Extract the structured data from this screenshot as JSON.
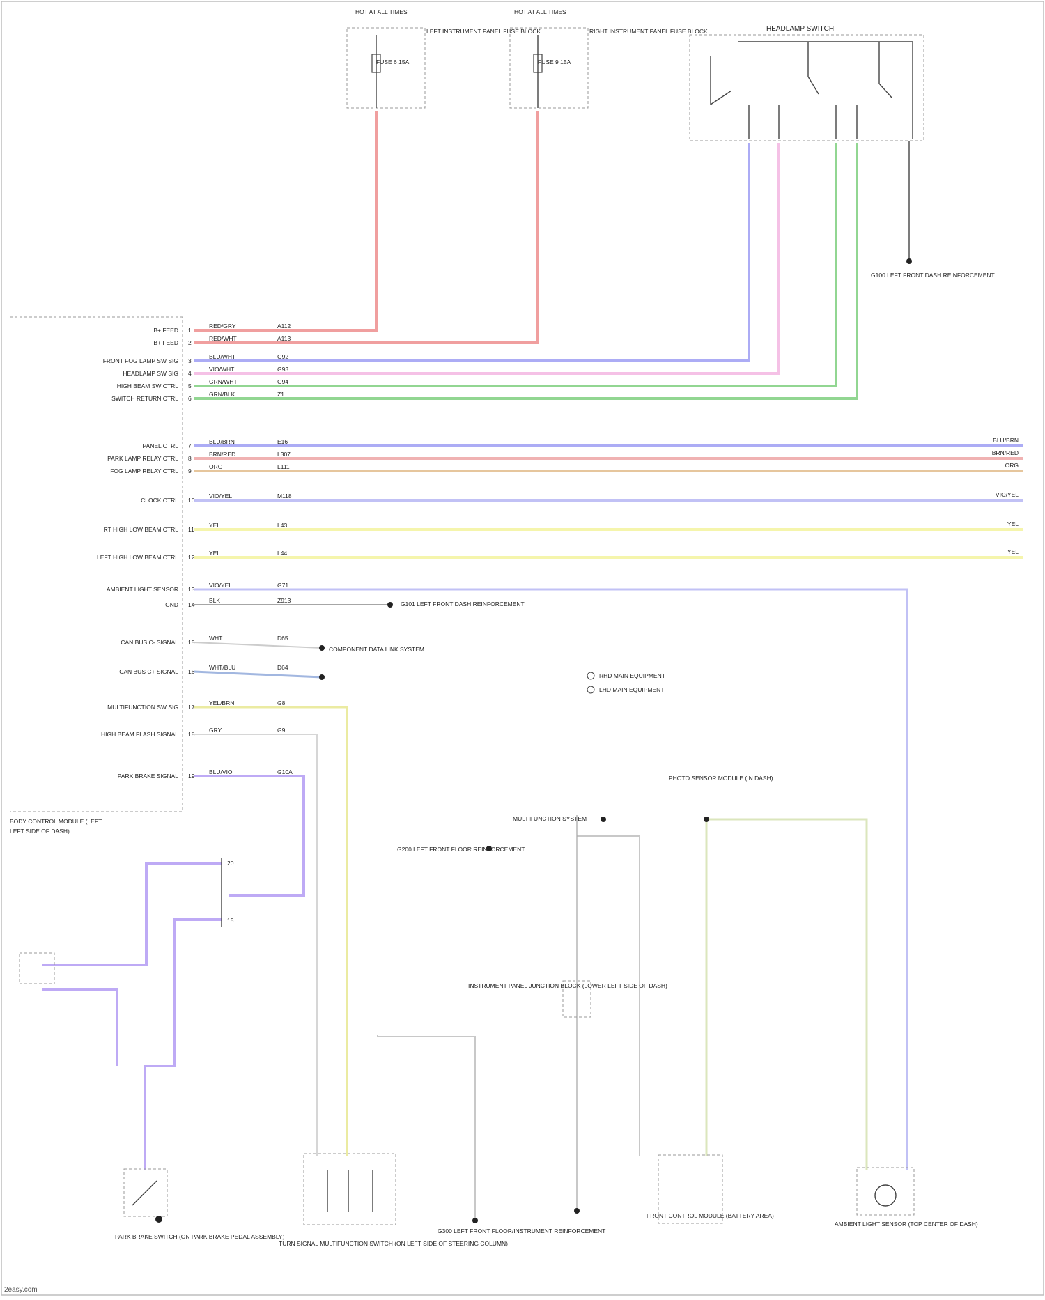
{
  "legend": {
    "line1": "RHD MAIN EQUIPMENT",
    "line2": "LHD MAIN EQUIPMENT"
  },
  "left_module": {
    "name_line1": "BODY CONTROL MODULE (LEFT",
    "name_line2": "LEFT SIDE OF DASH)",
    "pins": [
      {
        "label": "B+ FEED",
        "wire": "RED/GRY",
        "circuit": "A112"
      },
      {
        "label": "B+ FEED",
        "wire": "RED/WHT",
        "circuit": "A113"
      },
      {
        "label": "FRONT FOG LAMP SW SIG",
        "wire": "BLU/WHT",
        "circuit": "G92"
      },
      {
        "label": "HEADLAMP SW SIG",
        "wire": "VIO/WHT",
        "circuit": "G93"
      },
      {
        "label": "HIGH BEAM SW CTRL",
        "wire": "GRN/WHT",
        "circuit": "G94"
      },
      {
        "label": "SWITCH RETURN CTRL",
        "wire": "GRN/BLK",
        "circuit": "Z1"
      },
      {
        "label": "PANEL CTRL",
        "wire": "BLU/BRN",
        "circuit": "E16"
      },
      {
        "label": "PARK LAMP RELAY CTRL",
        "wire": "BRN/RED",
        "circuit": "L307"
      },
      {
        "label": "FOG LAMP RELAY CTRL",
        "wire": "ORG",
        "circuit": "L111"
      },
      {
        "label": "CLOCK CTRL",
        "wire": "VIO/YEL",
        "circuit": "M118"
      },
      {
        "label": "RT HIGH LOW BEAM CTRL",
        "wire": "YEL",
        "circuit": "L43"
      },
      {
        "label": "LEFT HIGH LOW BEAM CTRL",
        "wire": "YEL",
        "circuit": "L44"
      },
      {
        "label": "AMBIENT LIGHT SENSOR",
        "wire": "VIO/YEL",
        "circuit": "G71"
      },
      {
        "label": "GND",
        "wire": "BLK",
        "circuit": "Z913"
      },
      {
        "label": "CAN BUS C- SIGNAL",
        "wire": "WHT",
        "circuit": "D65"
      },
      {
        "label": "CAN BUS C+ SIGNAL",
        "wire": "WHT/BLU",
        "circuit": "D64"
      },
      {
        "label": "MULTIFUNCTION SW SIG",
        "wire": "YEL/BRN",
        "circuit": "G8"
      },
      {
        "label": "HIGH BEAM FLASH SIGNAL",
        "wire": "GRY",
        "circuit": "G9"
      },
      {
        "label": "PARK BRAKE SIGNAL",
        "wire": "BLU/VIO",
        "circuit": "G10A"
      }
    ]
  },
  "fuse_blocks": [
    {
      "title": "HOT AT ALL TIMES",
      "fuse": "FUSE 6 15A",
      "note": "LEFT INSTRUMENT PANEL FUSE BLOCK"
    },
    {
      "title": "HOT AT ALL TIMES",
      "fuse": "FUSE 9 15A",
      "note": "RIGHT INSTRUMENT PANEL FUSE BLOCK"
    }
  ],
  "headlamp_switch": {
    "title": "HEADLAMP SWITCH"
  },
  "right_end_labels": [
    "BLU/BRN",
    "BRN/RED",
    "ORG",
    "VIO/YEL",
    "YEL",
    "YEL"
  ],
  "grounds": [
    "G100 LEFT FRONT DASH REINFORCEMENT",
    "G101 LEFT FRONT DASH REINFORCEMENT",
    "G300 LEFT FRONT FLOOR/INSTRUMENT REINFORCEMENT",
    "G200 LEFT FRONT FLOOR REINFORCEMENT",
    "G100 LEFT FRONT DASH REINFORCEMENT"
  ],
  "components": {
    "canbus": "COMPONENT DATA LINK SYSTEM",
    "park_brake_switch": "PARK BRAKE SWITCH (ON PARK BRAKE PEDAL ASSEMBLY)",
    "multifunction_switch": "TURN SIGNAL MULTIFUNCTION SWITCH (ON LEFT SIDE OF STEERING COLUMN)",
    "instrument_panel_junction": "INSTRUMENT PANEL JUNCTION BLOCK (LOWER LEFT SIDE OF DASH)",
    "instrument_cluster_connector": "INSTRUMENT PANEL JUNCTION BLOCK (LOWER LEFT SIDE OF DASH)",
    "interior_lamp_control": "FRONT CONTROL MODULE (BATTERY AREA)",
    "ambient_light_sensor": "AMBIENT LIGHT SENSOR (TOP CENTER OF DASH)",
    "photo_sensor": "PHOTO SENSOR MODULE (IN DASH)",
    "multifunction_system": "MULTIFUNCTION SYSTEM"
  },
  "footer": "2easy.com"
}
